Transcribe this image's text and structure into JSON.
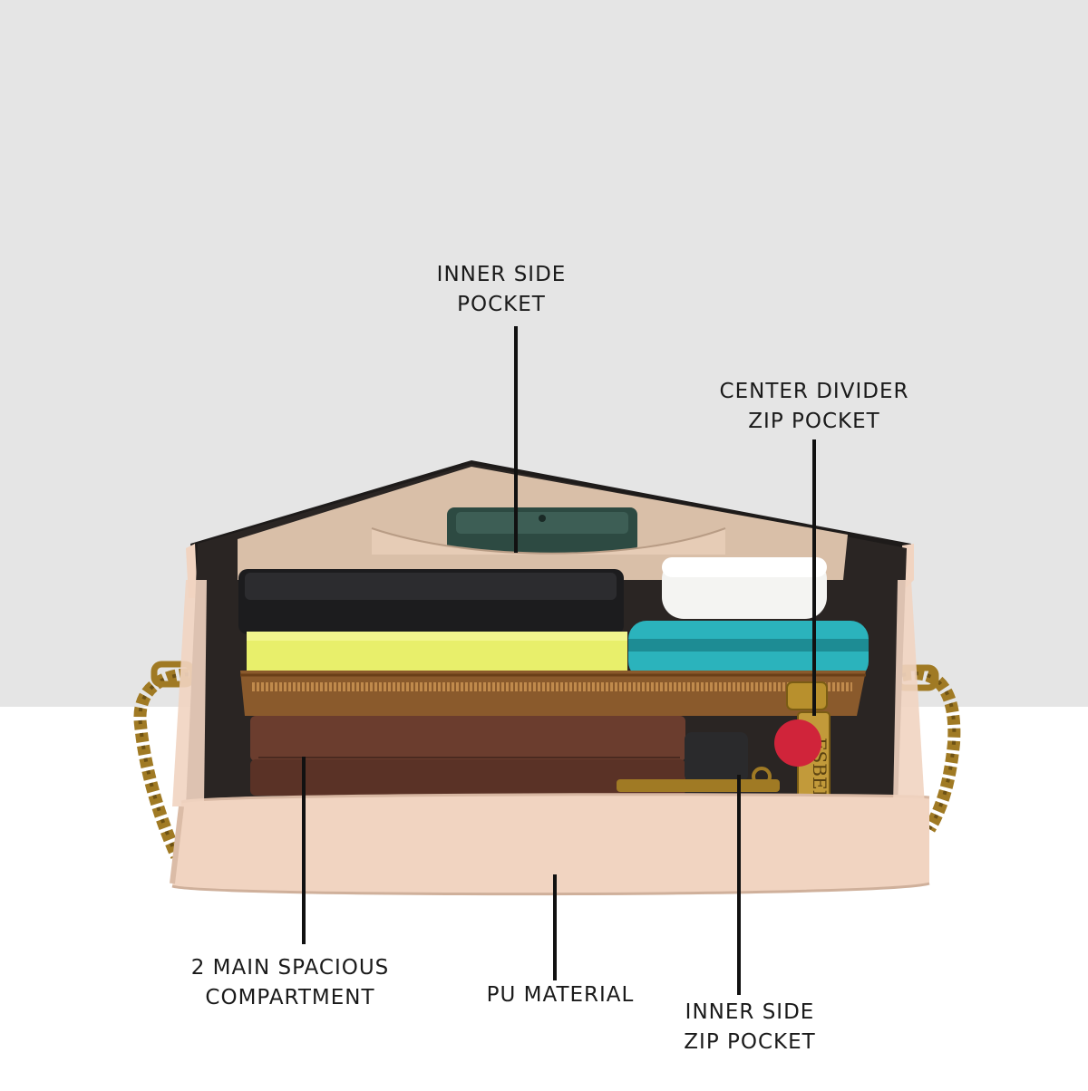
{
  "scene": {
    "background_top": "#e5e5e5",
    "background_floor": "#ffffff",
    "bag_body_color": "#f1d4c1",
    "bag_interior_color": "#2a2523",
    "hardware_color": "#a07a24",
    "zip_trim_color": "#8a5a2c"
  },
  "brand_tag": {
    "text": "ESBEDA"
  },
  "callouts": [
    {
      "id": "inner-side-pocket-top",
      "lines": [
        "INNER SIDE",
        "POCKET"
      ]
    },
    {
      "id": "center-divider-zip-pocket",
      "lines": [
        "CENTER DIVIDER",
        "ZIP POCKET"
      ]
    },
    {
      "id": "main-compartment",
      "lines": [
        "2 MAIN SPACIOUS",
        "COMPARTMENT"
      ]
    },
    {
      "id": "pu-material",
      "lines": [
        "PU MATERIAL"
      ]
    },
    {
      "id": "inner-side-zip-pocket",
      "lines": [
        "INNER SIDE",
        "ZIP POCKET"
      ]
    }
  ]
}
